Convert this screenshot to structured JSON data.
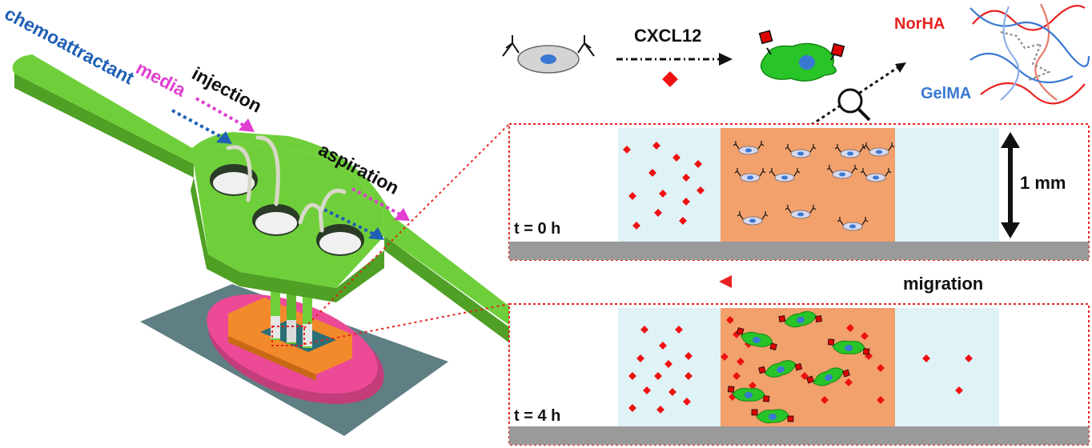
{
  "labels": {
    "chemoattractant": "chemoattractant",
    "media": "media",
    "injection": "injection",
    "aspiration": "aspiration",
    "cxcl12": "CXCL12",
    "norha": "NorHA",
    "gelma": "GelMA",
    "scale": "1 mm",
    "migration": "migration",
    "t0": "t = 0 h",
    "t4": "t = 4 h"
  },
  "colors": {
    "device_green": "#6fcf3a",
    "device_green_dark": "#4fa024",
    "chemo_arrow": "#1f5fb5",
    "media_arrow": "#e03fd0",
    "aspiration_arrow": "#1f5fb5",
    "aspiration_arrow2": "#e03fd0",
    "norha_red": "#e8221f",
    "gelma_blue": "#3a78d4",
    "hydrogel_orange": "#f2a06c",
    "reservoir_blue": "#dff3f7",
    "base_gray": "#9a9a9a",
    "dotted_red": "#e8221f",
    "chemokine_red": "#ee1111",
    "cell_green": "#28c428"
  },
  "icons": {
    "magnifier": "magnifier-icon",
    "cell_resting": "resting-cell-icon",
    "cell_migrating": "migrating-cell-icon",
    "chemokine": "chemokine-diamond-icon"
  }
}
